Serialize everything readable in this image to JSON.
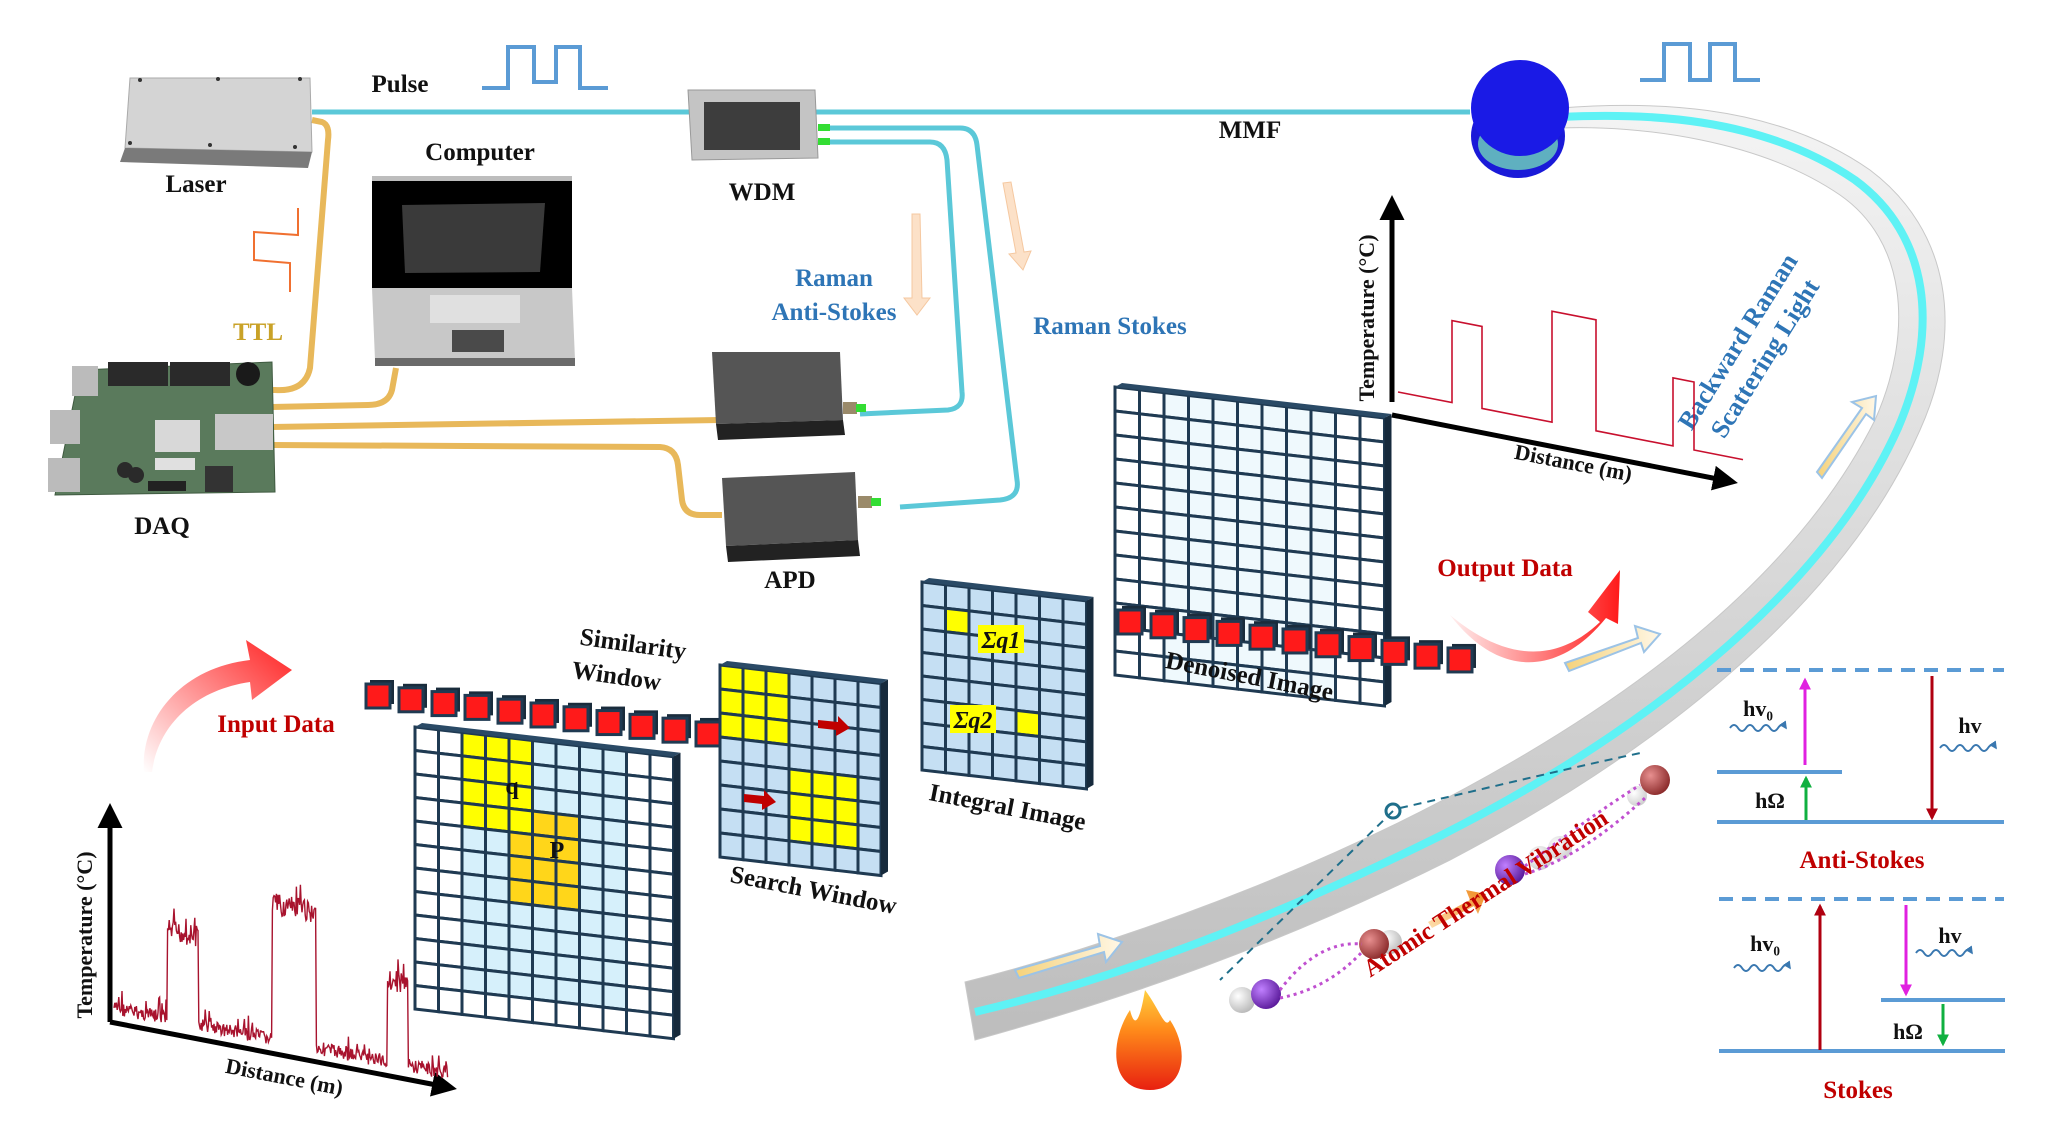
{
  "hardware": {
    "laser": "Laser",
    "computer": "Computer",
    "wdm": "WDM",
    "daq": "DAQ",
    "apd": "APD",
    "pulse": "Pulse",
    "ttl": "TTL",
    "mmf": "MMF",
    "raman_anti_stokes_line1": "Raman",
    "raman_anti_stokes_line2": "Anti-Stokes",
    "raman_stokes": "Raman Stokes",
    "backscatter_line1": "Backward Raman",
    "backscatter_line2": "Scattering Light"
  },
  "ideal_chart": {
    "ylabel": "Temperature (°C)",
    "xlabel": "Distance (m)"
  },
  "noisy_chart": {
    "ylabel": "Temperature (°C)",
    "xlabel": "Distance (m)"
  },
  "pipeline": {
    "input_data": "Input Data",
    "output_data": "Output Data",
    "similarity_window_line1": "Similarity",
    "similarity_window_line2": "Window",
    "search_window": "Search Window",
    "integral_image": "Integral Image",
    "denoised_image": "Denoised Image",
    "patch_q": "q",
    "patch_p": "P",
    "sum_q1": "Σq1",
    "sum_q2": "Σq2"
  },
  "vibration": {
    "label": "Atomic Thermal Vibration"
  },
  "energy_levels": {
    "anti_stokes": {
      "title": "Anti-Stokes",
      "incident": "hv₀",
      "scattered": "hv",
      "phonon": "hΩ"
    },
    "stokes": {
      "title": "Stokes",
      "incident": "hv₀",
      "scattered": "hv",
      "phonon": "hΩ"
    }
  },
  "colors": {
    "fiber_cyan": "#5bc8d8",
    "ttl_cable": "#e8b85a",
    "label_blue": "#2e75b6",
    "label_red": "#c00000",
    "grid_border": "#1f3a52",
    "yellow_cell": "#ffff00",
    "red_cell": "#ff1a1a",
    "spool_blue": "#1a1ae6",
    "trace_red": "#a8132e"
  }
}
